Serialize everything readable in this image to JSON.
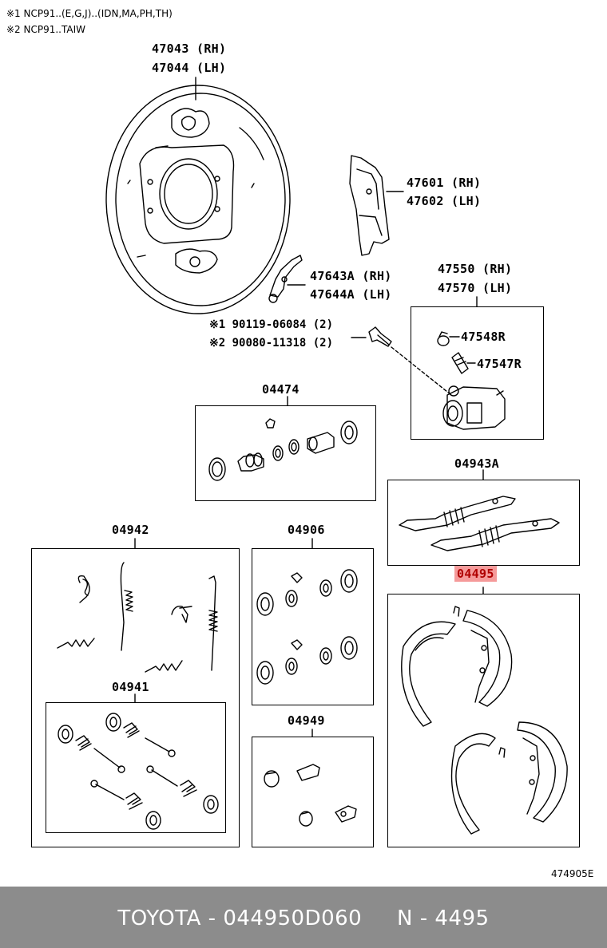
{
  "notes": {
    "note1": "※1 NCP91..(E,G,J)..(IDN,MA,PH,TH)",
    "note2": "※2 NCP91..TAIW"
  },
  "parts": {
    "backing_plate_rh": "47043 (RH)",
    "backing_plate_lh": "47044 (LH)",
    "bracket_rh": "47601 (RH)",
    "bracket_lh": "47602 (LH)",
    "lever_rh": "47643A (RH)",
    "lever_lh": "47644A (LH)",
    "cylinder_rh": "47550 (RH)",
    "cylinder_lh": "47570 (LH)",
    "bolt_1": "※1 90119-06084 (2)",
    "bolt_2": "※2 90080-11318 (2)",
    "bleeder_cap": "47548R",
    "bleeder_plug": "47547R",
    "cylinder_kit": "04474",
    "adjuster_kit": "04943A",
    "spring_kit": "04942",
    "cup_kit": "04906",
    "shoe_set": "04495",
    "hold_down_kit": "04941",
    "boot_kit": "04949"
  },
  "diagram_id": "474905E",
  "footer": {
    "text": "TOYOTA - 044950D060     N - 4495"
  },
  "colors": {
    "highlight_bg": "#f59a9a",
    "highlight_text": "#b00000",
    "footer_bg": "#8c8c8c"
  }
}
